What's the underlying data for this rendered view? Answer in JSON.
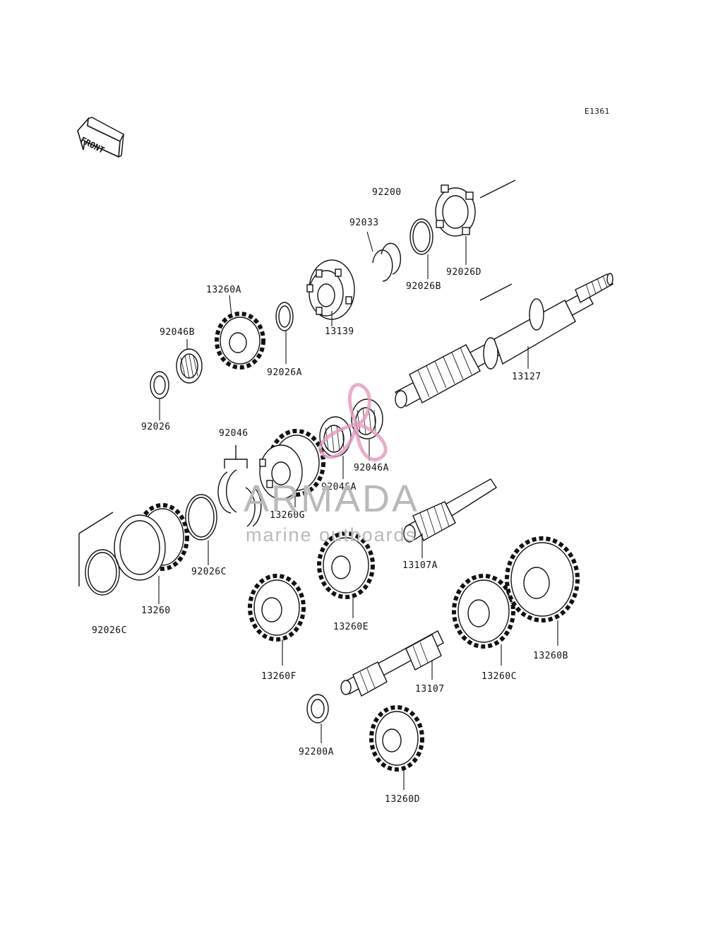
{
  "figure_code": "E1361",
  "front_label": "FRONT",
  "watermark": {
    "brand": "ARMADA",
    "tagline": "marine outboards",
    "logo_color": "#e39bc0"
  },
  "labels": {
    "p92200": "92200",
    "p92033": "92033",
    "p92026D": "92026D",
    "p92026B": "92026B",
    "p13139": "13139",
    "p13260A": "13260A",
    "p92046B": "92046B",
    "p92026A": "92026A",
    "p13127": "13127",
    "p92026": "92026",
    "p92046": "92046",
    "p92046A_1": "92046A",
    "p92046A_2": "92046A",
    "p13260G": "13260G",
    "p13107A": "13107A",
    "p92026C_1": "92026C",
    "p92026C_2": "92026C",
    "p13260": "13260",
    "p13260E": "13260E",
    "p13260F": "13260F",
    "p13260C": "13260C",
    "p13260B": "13260B",
    "p13107": "13107",
    "p92200A": "92200A",
    "p13260D": "13260D"
  }
}
